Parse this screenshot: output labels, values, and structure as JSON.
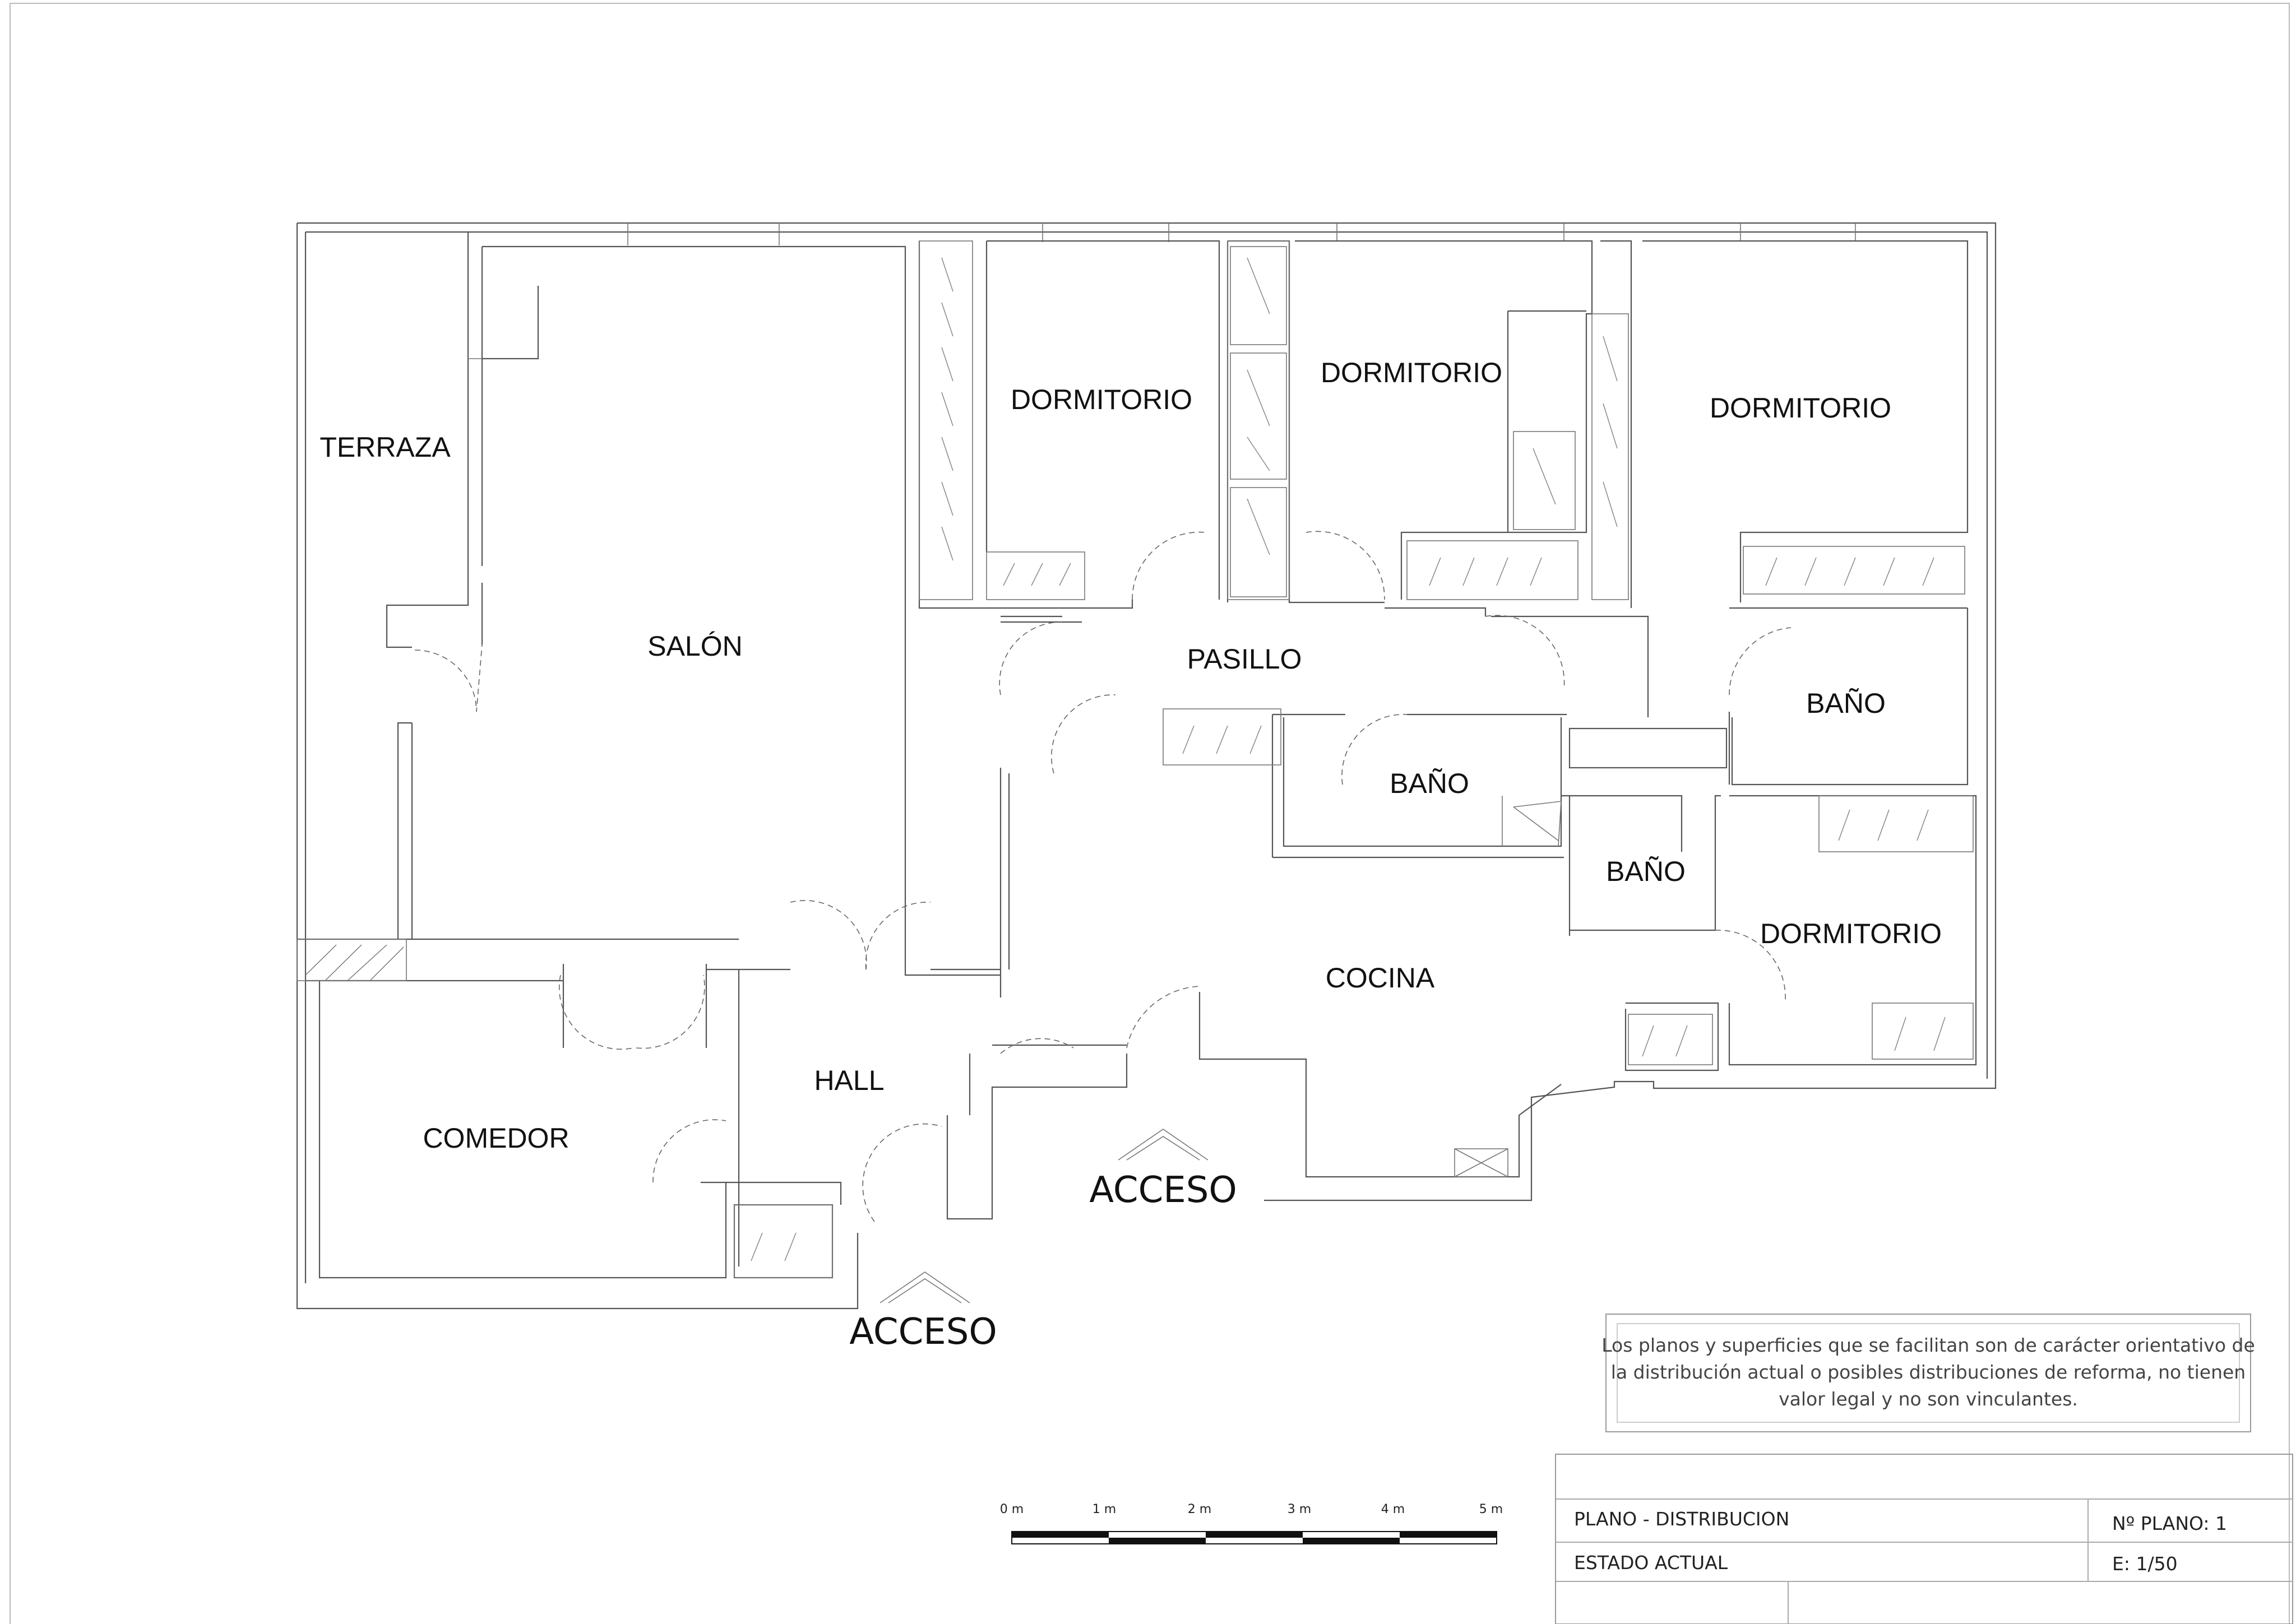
{
  "rooms": {
    "terraza": "TERRAZA",
    "salon": "SALÓN",
    "dormitorio_1": "DORMITORIO",
    "dormitorio_2": "DORMITORIO",
    "dormitorio_3": "DORMITORIO",
    "dormitorio_4": "DORMITORIO",
    "pasillo": "PASILLO",
    "bano_1": "BAÑO",
    "bano_2": "BAÑO",
    "bano_3": "BAÑO",
    "cocina": "COCINA",
    "hall": "HALL",
    "comedor": "COMEDOR"
  },
  "access": {
    "access_1": "ACCESO",
    "access_2": "ACCESO"
  },
  "disclaimer": {
    "line_1": "Los planos y superficies que se facilitan son de carácter orientativo de",
    "line_2": "la distribución actual o posibles distribuciones de reforma, no tienen",
    "line_3": "valor legal y no son vinculantes."
  },
  "scale_bar": {
    "labels": [
      "0 m",
      "1 m",
      "2 m",
      "3 m",
      "4 m",
      "5 m"
    ]
  },
  "title_block": {
    "plan": "PLANO   -  DISTRIBUCION",
    "plan_number": "Nº PLANO:  1",
    "state": "ESTADO  ACTUAL",
    "scale": "E: 1/50"
  }
}
